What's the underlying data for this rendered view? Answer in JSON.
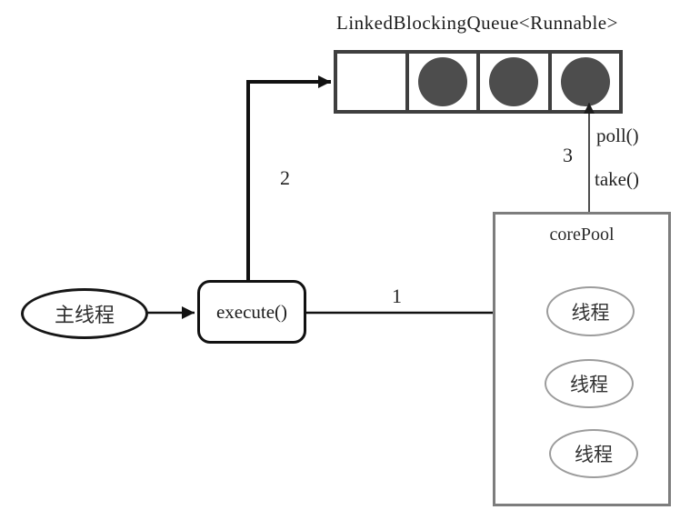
{
  "diagram": {
    "title": "LinkedBlockingQueue<Runnable>",
    "queue": {
      "cells": [
        "empty",
        "filled",
        "filled",
        "filled"
      ]
    },
    "main_thread": {
      "label": "主线程"
    },
    "execute": {
      "label": "execute()"
    },
    "pool": {
      "title": "corePool",
      "threads": [
        "线程",
        "线程",
        "线程"
      ]
    },
    "labels": {
      "step1": "1",
      "step2": "2",
      "step3": "3",
      "poll": "poll()",
      "take": "take()"
    },
    "colors": {
      "background": "#ffffff",
      "queue_border": "#3f3f3f",
      "task_circle": "#4d4d4d",
      "arrow": "#111111",
      "thin_arrow": "#3a3a3a",
      "corepool_border": "#7d7d7d",
      "thread_ellipse_border": "#9c9c9c",
      "text": "#1f1f1f"
    }
  }
}
